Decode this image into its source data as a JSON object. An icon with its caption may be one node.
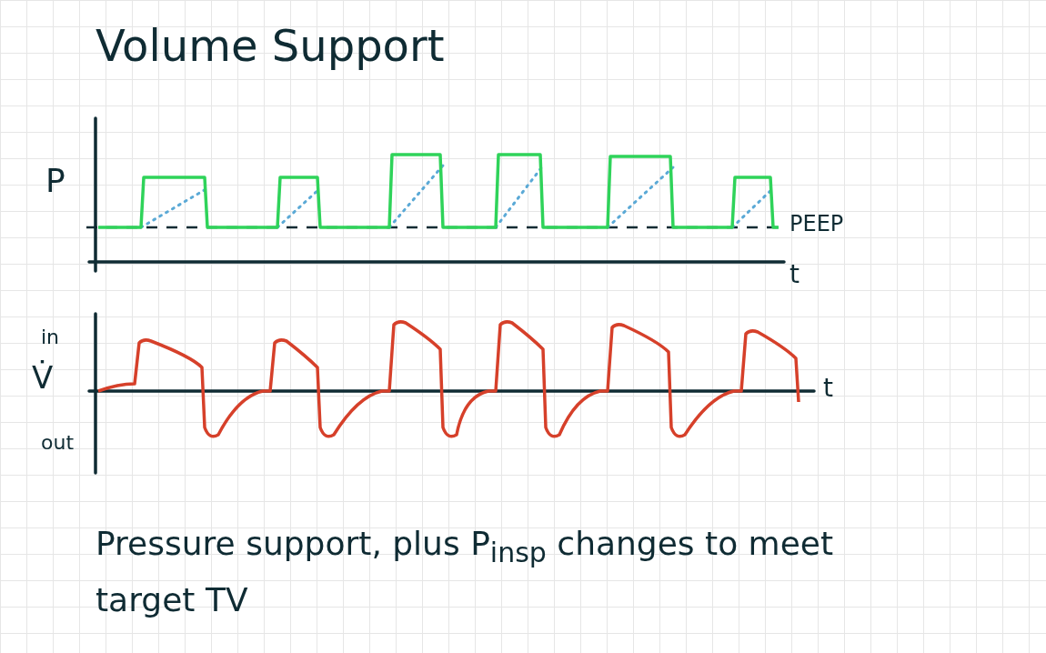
{
  "diagram": {
    "title": "Volume Support",
    "caption": "Pressure support, plus P$_{insp}$ changes to meet target TV",
    "labels": [
      "P",
      "PEEP",
      "t",
      "in",
      "V̇",
      "out",
      "t"
    ]
  }
}
